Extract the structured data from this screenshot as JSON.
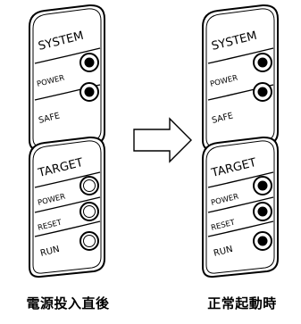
{
  "panels": [
    {
      "state": "after-power-on",
      "system": {
        "title": "SYSTEM",
        "leds": [
          {
            "label": "POWER",
            "on": true
          },
          {
            "label": "SAFE",
            "on": true
          }
        ]
      },
      "target": {
        "title": "TARGET",
        "leds": [
          {
            "label": "POWER",
            "on": false
          },
          {
            "label": "RESET",
            "on": false
          },
          {
            "label": "RUN",
            "on": false
          }
        ]
      },
      "caption": "電源投入直後"
    },
    {
      "state": "normal-boot",
      "system": {
        "title": "SYSTEM",
        "leds": [
          {
            "label": "POWER",
            "on": true
          },
          {
            "label": "SAFE",
            "on": true
          }
        ]
      },
      "target": {
        "title": "TARGET",
        "leds": [
          {
            "label": "POWER",
            "on": true
          },
          {
            "label": "RESET",
            "on": true
          },
          {
            "label": "RUN",
            "on": true
          }
        ]
      },
      "caption": "正常起動時"
    }
  ],
  "transition_icon": "right-arrow-icon",
  "colors": {
    "ink": "#000000",
    "background": "#ffffff"
  }
}
